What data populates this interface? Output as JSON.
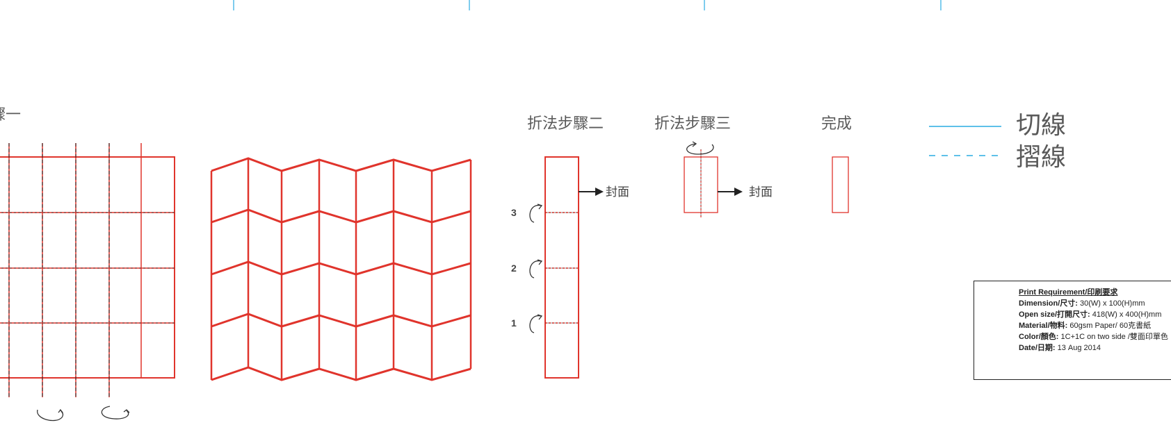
{
  "titles": {
    "step1": "驟一",
    "step2": "折法步驟二",
    "step3": "折法步驟三",
    "done": "完成"
  },
  "labels": {
    "cover": "封面",
    "fold_numbers": [
      "3",
      "2",
      "1"
    ]
  },
  "legend": {
    "cut_line": "切線",
    "fold_line": "摺線",
    "cut_color": "#29abe2",
    "fold_color": "#29abe2"
  },
  "colors": {
    "outline": "#e0342c",
    "fold_mark": "#222222"
  },
  "print_requirement": {
    "header_en": "Print Requirement",
    "header_zh": "/印刷要求",
    "rows": [
      {
        "label": "Dimension",
        "label_zh": "/尺寸:",
        "value": " 30(W) x 100(H)mm"
      },
      {
        "label": "Open size",
        "label_zh": "/打開尺寸:",
        "value": " 418(W) x 400(H)mm"
      },
      {
        "label": "Material",
        "label_zh": "/物料:",
        "value": " 60gsm Paper/  60克書紙"
      },
      {
        "label": "Color",
        "label_zh": "/顏色:",
        "value": " 1C+1C on two side /雙面印單色"
      },
      {
        "label": "Date",
        "label_zh": "/日期:",
        "value": " 13 Aug 2014"
      }
    ]
  }
}
